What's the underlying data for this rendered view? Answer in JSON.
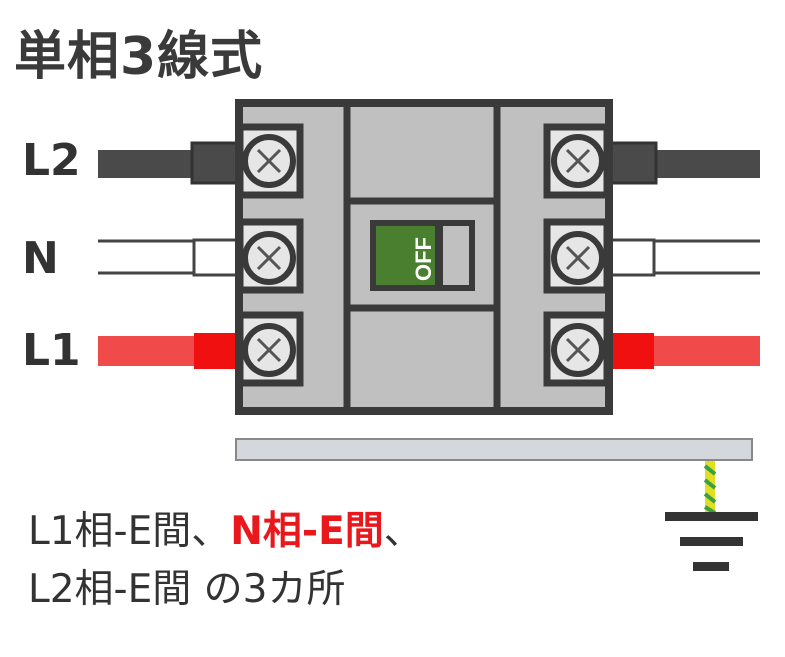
{
  "title": "単相3線式",
  "wire_labels": {
    "l2": "L2",
    "n": "N",
    "l1": "L1"
  },
  "breaker": {
    "switch_label": "OFF"
  },
  "description": {
    "line1_a": "L1相-E間、",
    "line1_b": "N相-E間",
    "line1_c": "、",
    "line2": "L2相-E間 の3カ所"
  },
  "colors": {
    "l2_wire": "#4a4a4a",
    "n_wire": "#ffffff",
    "l1_wire": "#f04a4a",
    "switch": "#4a7f30",
    "highlight": "#e8181c"
  }
}
